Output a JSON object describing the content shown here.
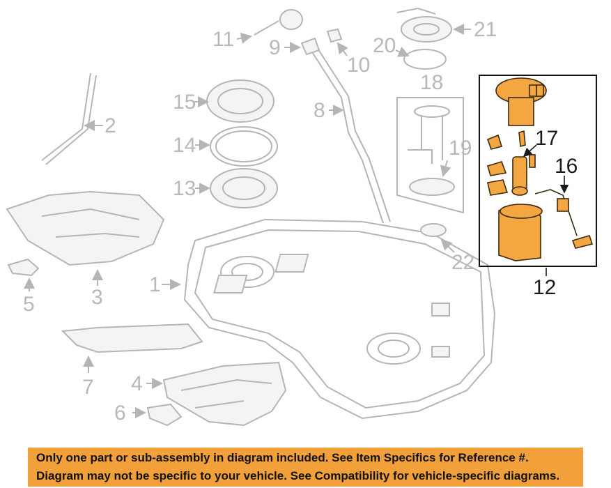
{
  "callouts": {
    "c1": "1",
    "c2": "2",
    "c3": "3",
    "c4": "4",
    "c5": "5",
    "c6": "6",
    "c7": "7",
    "c8": "8",
    "c9": "9",
    "c10": "10",
    "c11": "11",
    "c12": "12",
    "c13": "13",
    "c14": "14",
    "c15": "15",
    "c16": "16",
    "c17": "17",
    "c18": "18",
    "c19": "19",
    "c20": "20",
    "c21": "21",
    "c22": "22"
  },
  "colors": {
    "highlight": "#f4a640",
    "banner": "#f2a13a",
    "muted": "#b5b5b5"
  },
  "banner": {
    "line1": "Only one part or sub-assembly in diagram included. See Item Specifics for Reference #.",
    "line2": "Diagram may not be specific to your vehicle. See Compatibility for vehicle-specific diagrams."
  }
}
